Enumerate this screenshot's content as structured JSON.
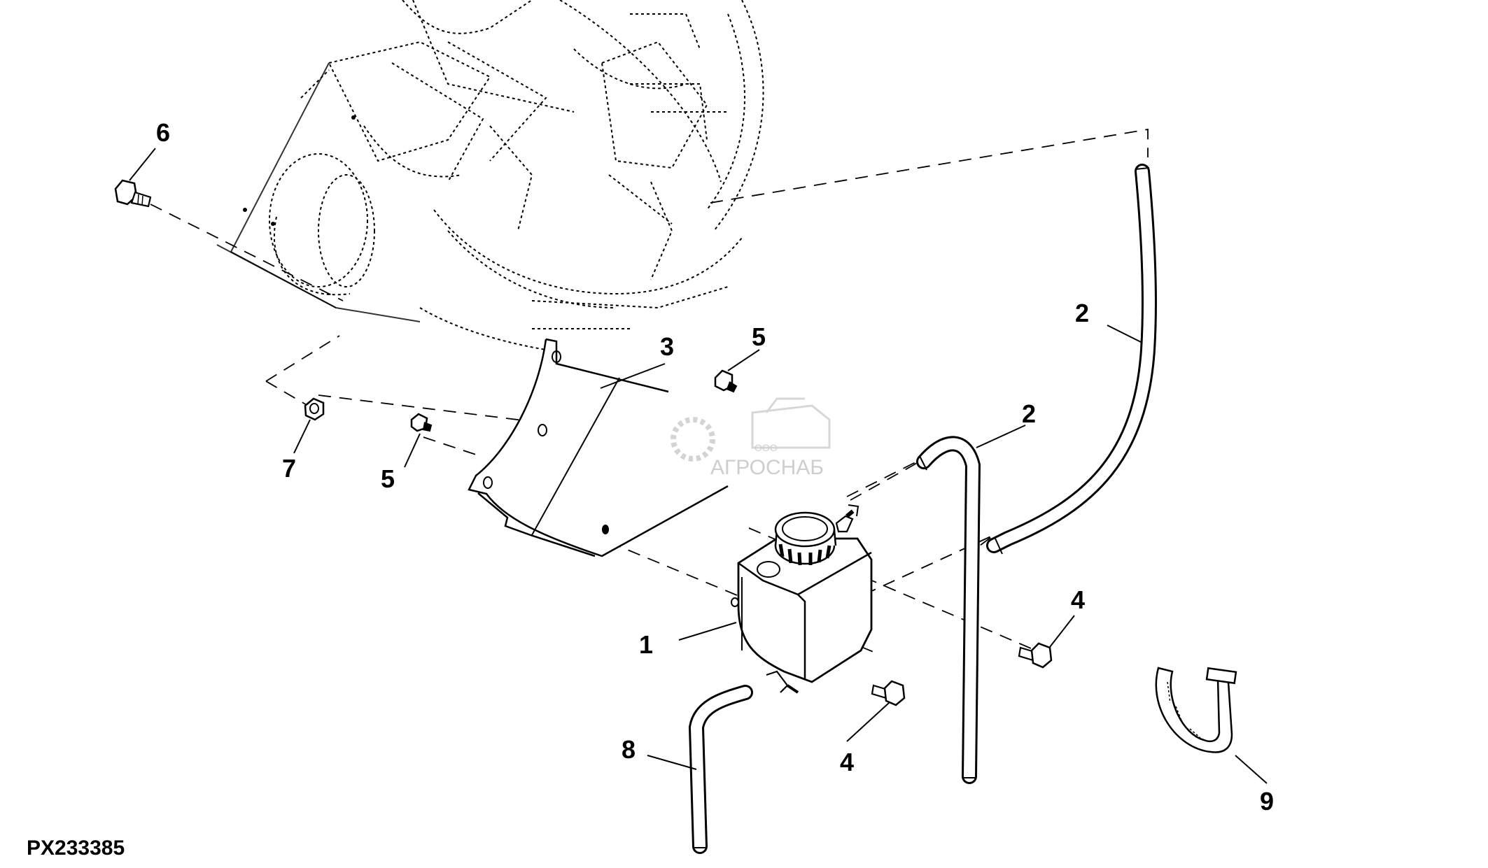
{
  "figure_code": "PX233385",
  "watermark": {
    "company_prefix": "ООО",
    "company_name": "АГРОСНАБ"
  },
  "callouts": [
    {
      "id": "c1",
      "text": "1"
    },
    {
      "id": "c2a",
      "text": "2"
    },
    {
      "id": "c2b",
      "text": "2"
    },
    {
      "id": "c3",
      "text": "3"
    },
    {
      "id": "c4a",
      "text": "4"
    },
    {
      "id": "c4b",
      "text": "4"
    },
    {
      "id": "c5a",
      "text": "5"
    },
    {
      "id": "c5b",
      "text": "5"
    },
    {
      "id": "c6",
      "text": "6"
    },
    {
      "id": "c7",
      "text": "7"
    },
    {
      "id": "c8",
      "text": "8"
    },
    {
      "id": "c9",
      "text": "9"
    }
  ]
}
